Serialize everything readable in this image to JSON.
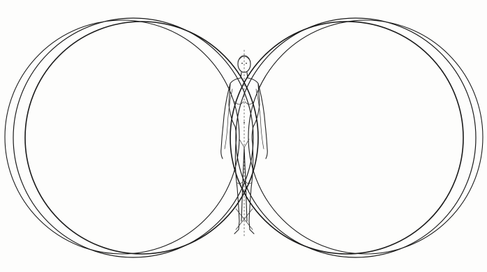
{
  "figure": {
    "subject": "human-figure",
    "ink_color": "#1a1a1a",
    "paper_color": "#fdfdfc"
  },
  "left_circles": [
    "arc-1",
    "arc-2",
    "arc-3"
  ],
  "right_circles": [
    "arc-1",
    "arc-2",
    "arc-3"
  ]
}
